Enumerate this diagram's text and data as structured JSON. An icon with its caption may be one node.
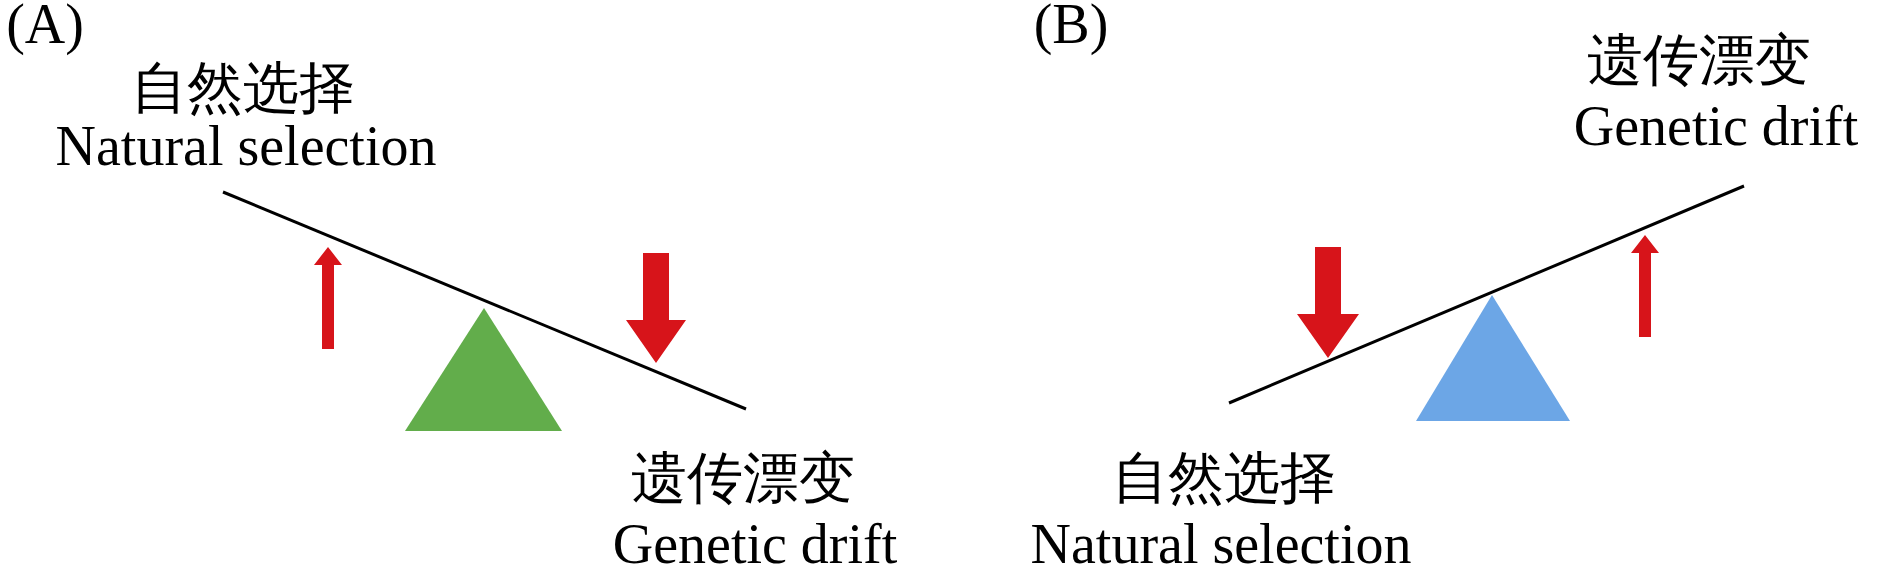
{
  "diagram": {
    "labels": [
      "(A)",
      "自然选择",
      "Natural selection",
      "遗传漂变",
      "Genetic drift",
      "(B)",
      "遗传漂变",
      "Genetic drift",
      "自然选择",
      "Natural selection"
    ]
  }
}
